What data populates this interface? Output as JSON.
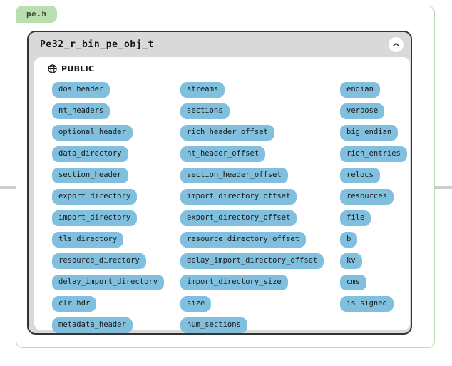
{
  "file_group": {
    "tab_label": "pe.h",
    "border_color": "#b9dcae",
    "tab_color": "#badfae"
  },
  "edges": {
    "left_arrow_name": "incoming-edge-arrow",
    "right_name": "outgoing-edge",
    "color": "#cdcdcd"
  },
  "class_card": {
    "title": "Pe32_r_bin_pe_obj_t",
    "header_color": "#d9d9d9",
    "border_color": "#333333",
    "collapse_icon": "chevron-up-icon",
    "visibility": {
      "icon": "globe-icon",
      "label": "PUBLIC"
    },
    "member_color": "#80bfdd",
    "columns": [
      {
        "name": "members-column-1",
        "members": [
          "dos_header",
          "nt_headers",
          "optional_header",
          "data_directory",
          "section_header",
          "export_directory",
          "import_directory",
          "tls_directory",
          "resource_directory",
          "delay_import_directory",
          "clr_hdr",
          "metadata_header"
        ]
      },
      {
        "name": "members-column-2",
        "members": [
          "streams",
          "sections",
          "rich_header_offset",
          "nt_header_offset",
          "section_header_offset",
          "import_directory_offset",
          "export_directory_offset",
          "resource_directory_offset",
          "delay_import_directory_offset",
          "import_directory_size",
          "size",
          "num_sections"
        ]
      },
      {
        "name": "members-column-3",
        "members": [
          "endian",
          "verbose",
          "big_endian",
          "rich_entries",
          "relocs",
          "resources",
          "file",
          "b",
          "kv",
          "cms",
          "is_signed"
        ]
      }
    ]
  }
}
